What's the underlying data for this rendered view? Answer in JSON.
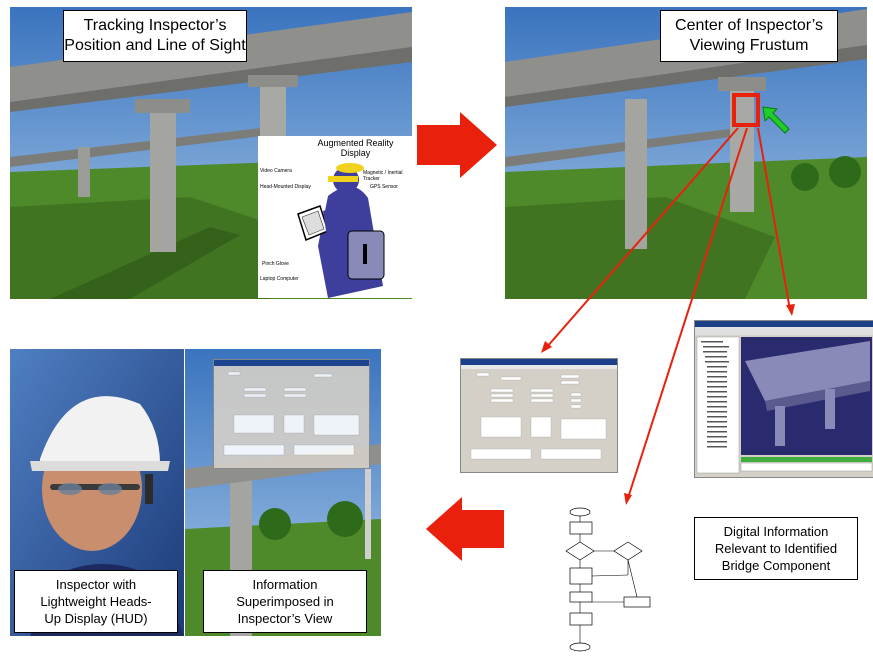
{
  "panels": {
    "tracking": {
      "caption": "Tracking Inspector’s\nPosition and Line of Sight"
    },
    "frustum": {
      "caption": "Center of Inspector’s\nViewing Frustum"
    },
    "hud": {
      "caption": "Inspector with\nLightweight Heads-\nUp Display (HUD)"
    },
    "superimposed": {
      "caption": "Information\nSuperimposed in\nInspector’s View"
    },
    "digital": {
      "caption": "Digital Information\nRelevant to Identified\nBridge Component"
    }
  },
  "ar_display": {
    "title": "Augmented Reality\nDisplay",
    "labels": {
      "video_camera": "Video Camera",
      "hmd": "Head-Mounted Display",
      "tracker": "Magnetic / Inertial Tracker",
      "gps": "GPS Sensor",
      "pinch_glove": "Pinch Glove",
      "laptop": "Laptop Computer"
    }
  },
  "colors": {
    "arrow_red": "#e8200c",
    "green_arrow": "#1fcc2a",
    "sky": "#3f7fc4",
    "grass": "#4f8a2a",
    "concrete": "#9a9a96",
    "ui_gray": "#d4d0c8",
    "hud_blue": "#1c3f8a"
  }
}
